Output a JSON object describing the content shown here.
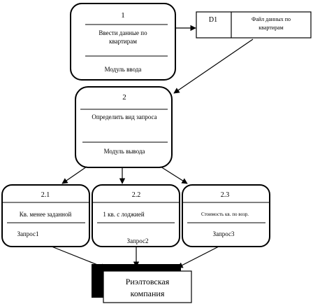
{
  "processes": [
    {
      "id": "1",
      "name": "Ввести данные по квартирам",
      "name_line1": "Ввести данные по",
      "name_line2": "квартирам",
      "module": "Модуль ввода"
    },
    {
      "id": "2",
      "name": "Определить вид запроса",
      "module": "Модуль вывода"
    },
    {
      "id": "2.1",
      "name": "Кв. менее заданной",
      "module": "Запрос1"
    },
    {
      "id": "2.2",
      "name": "1 кв. с лоджией",
      "module": "Запрос2"
    },
    {
      "id": "2.3",
      "name": "Стоимость кв. по возр.",
      "module": "Запрос3"
    }
  ],
  "datastore": {
    "id": "D1",
    "name_line1": "Файл данных по",
    "name_line2": "квартирам"
  },
  "external_entity": {
    "line1": "Риэлтовская",
    "line2": "компания"
  }
}
